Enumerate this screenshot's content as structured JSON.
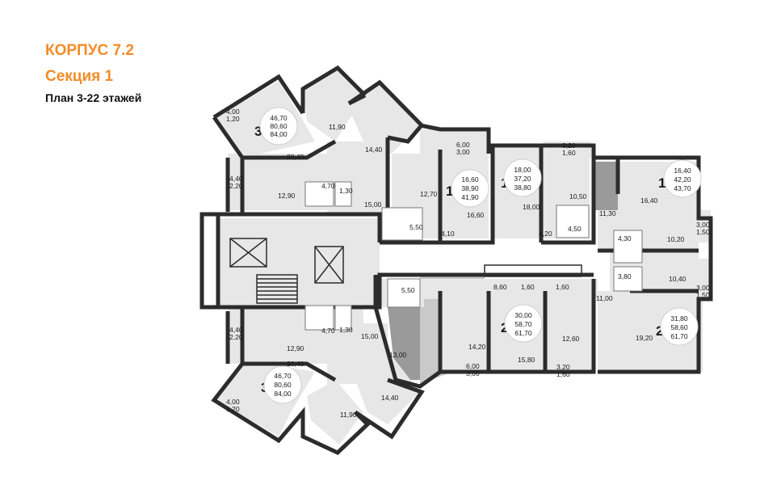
{
  "header": {
    "building": "КОРПУС 7.2",
    "section": "Секция 1",
    "plan": "План 3-22 этажей"
  },
  "colors": {
    "accent": "#f28c28",
    "wall": "#2c2c2c"
  },
  "apartments": [
    {
      "rooms": "3",
      "areas": [
        "46,70",
        "80,60",
        "84,00"
      ]
    },
    {
      "rooms": "1",
      "areas": [
        "16,60",
        "38,90",
        "41,90"
      ]
    },
    {
      "rooms": "1",
      "areas": [
        "18,00",
        "37,20",
        "38,80"
      ]
    },
    {
      "rooms": "1",
      "areas": [
        "16,40",
        "42,20",
        "43,70"
      ]
    },
    {
      "rooms": "2",
      "areas": [
        "30,00",
        "58,70",
        "61,70"
      ]
    },
    {
      "rooms": "2",
      "areas": [
        "31,80",
        "58,60",
        "61,70"
      ]
    },
    {
      "rooms": "3",
      "areas": [
        "46,70",
        "80,60",
        "84,00"
      ]
    }
  ],
  "room_labels": [
    "4,00",
    "1,20",
    "11,90",
    "20,40",
    "14,40",
    "4,40",
    "2,20",
    "12,90",
    "4,70",
    "1,30",
    "15,00",
    "6,00",
    "3,00",
    "12,70",
    "5,50",
    "16,60",
    "4,10",
    "3,20",
    "1,60",
    "10,50",
    "18,00",
    "4,20",
    "4,50",
    "11,30",
    "16,40",
    "3,00",
    "1,50",
    "4,30",
    "10,20",
    "3,80",
    "10,40",
    "3,00",
    "1,50",
    "5,50",
    "8,60",
    "1,60",
    "1,60",
    "11,00",
    "4,40",
    "2,20",
    "12,90",
    "4,70",
    "1,30",
    "15,00",
    "13,00",
    "14,20",
    "6,00",
    "3,00",
    "15,80",
    "12,60",
    "3,20",
    "1,60",
    "19,20",
    "20,40",
    "4,00",
    "1,20",
    "11,90",
    "14,40"
  ]
}
